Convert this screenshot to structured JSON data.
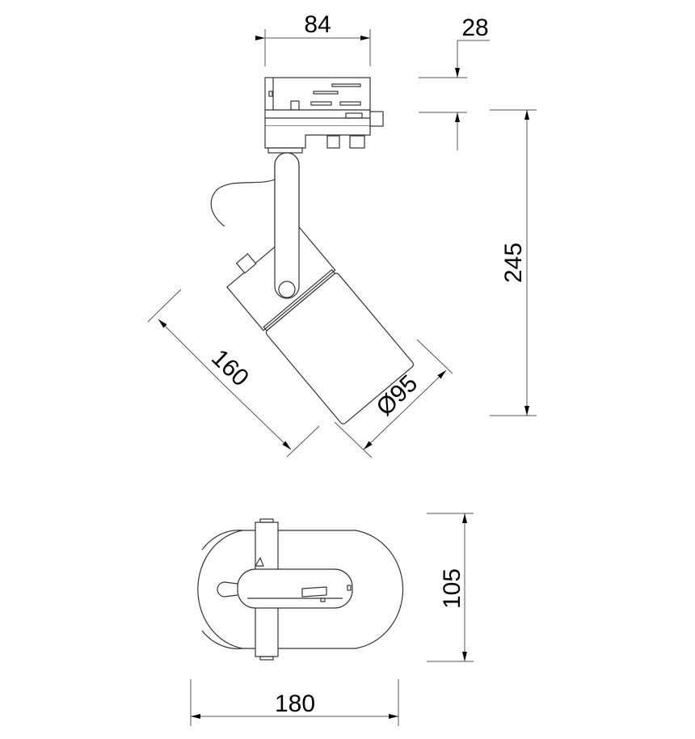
{
  "drawing": {
    "subject": "track spotlight dimension drawing",
    "units": "mm",
    "views": [
      "side-view",
      "top-view"
    ]
  },
  "dimensions": {
    "adapter_width": "84",
    "adapter_height": "28",
    "total_height": "245",
    "head_length": "160",
    "head_diameter": "Ø95",
    "top_view_width": "105",
    "top_view_length": "180"
  },
  "colors": {
    "line": "#333333",
    "text": "#000000",
    "background": "#ffffff"
  }
}
